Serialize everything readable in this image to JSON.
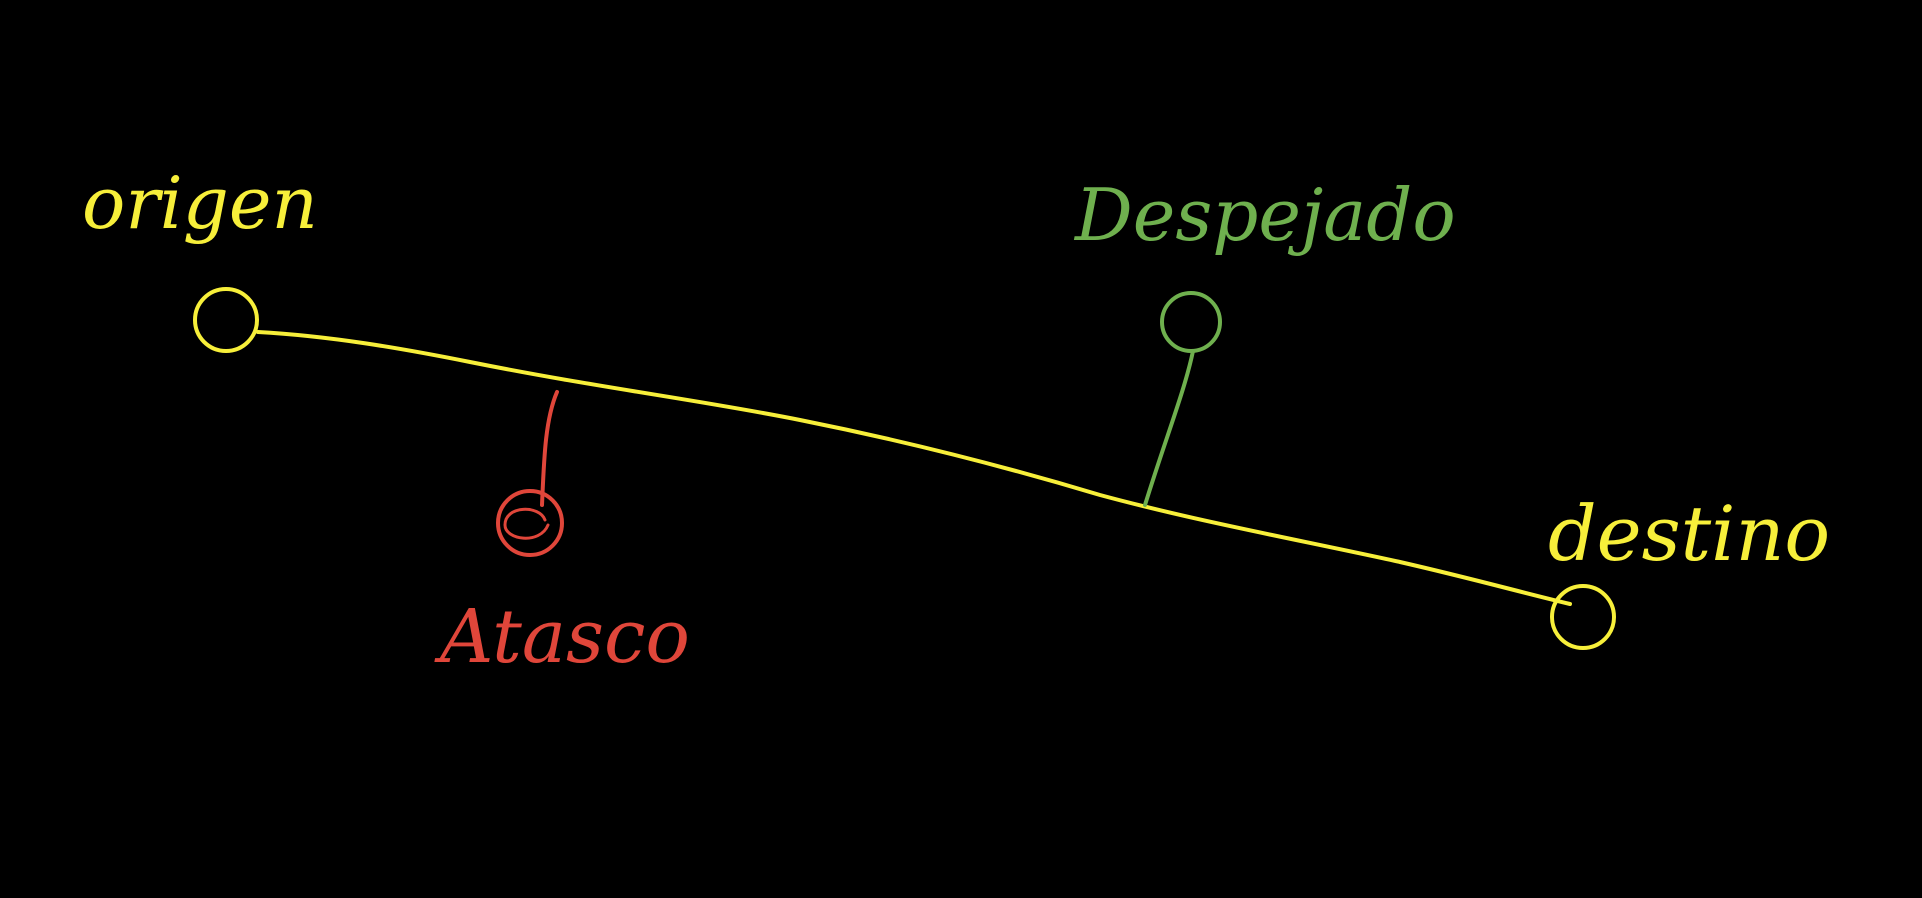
{
  "colors": {
    "background": "#000000",
    "route": "#f7ef3a",
    "blocked": "#e0463a",
    "clear": "#6fb04e"
  },
  "labels": {
    "origin": "origen",
    "destination": "destino",
    "blocked": "Atasco",
    "clear": "Despejado"
  }
}
